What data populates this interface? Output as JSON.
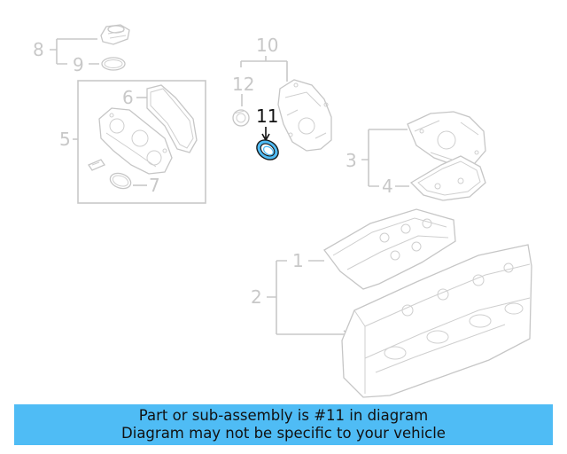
{
  "diagram": {
    "callouts": {
      "c1": "1",
      "c2": "2",
      "c3": "3",
      "c4": "4",
      "c5": "5",
      "c6": "6",
      "c7": "7",
      "c8": "8",
      "c9": "9",
      "c10": "10",
      "c11": "11",
      "c12": "12"
    },
    "highlighted_part": "11",
    "highlight_color": "#4fbcf5"
  },
  "banner": {
    "line1": "Part or sub-assembly is #11 in diagram",
    "line2": "Diagram may not be specific to your vehicle",
    "background": "#4fbcf5"
  }
}
